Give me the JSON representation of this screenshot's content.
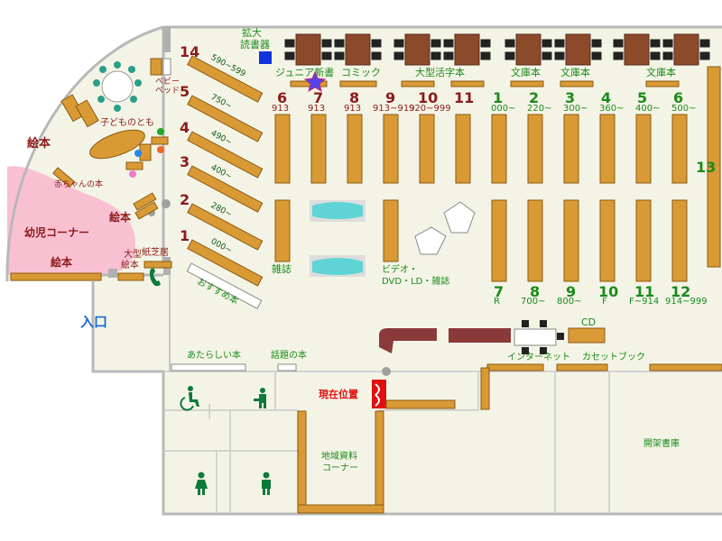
{
  "colors": {
    "floor": "#f4f4e6",
    "wall": "#b8b8b8",
    "shelf": "#d99a35",
    "shelf_edge": "#8a5a10",
    "desk": "#8b4a2a",
    "pink_area": "#f9c0d2",
    "pool": "#5fd4d4",
    "red_label": "#8b1a1a",
    "green_label": "#1a8a1a",
    "blue_label": "#1a6ad6",
    "current_location": "#e01010"
  },
  "labels": {
    "entrance": "入口",
    "large_print_reader_1": "拡大",
    "large_print_reader_2": "読書器",
    "junior_new_books": "ジュニア新書",
    "comics": "コミック",
    "large_print_books": "大型活字本",
    "paperbacks_1": "文庫本",
    "paperbacks_2": "文庫本",
    "paperbacks_3": "文庫本",
    "baby_bed_1": "ベビー",
    "baby_bed_2": "ベッド",
    "childrens_room": "子どものとも",
    "picture_books_1": "絵本",
    "babys_books": "赤ちゃんの本",
    "picture_books_2": "絵本",
    "toddler_corner": "幼児コーナー",
    "picture_books_3": "絵本",
    "large_picture_books_1": "大型",
    "large_picture_books_2": "絵本",
    "kamishibai": "紙芝居",
    "recommended": "おすすめ本",
    "magazines": "雑誌",
    "video_dvd_1": "ビデオ・",
    "video_dvd_2": "DVD・LD・雑誌",
    "cd": "CD",
    "internet": "インターネット",
    "cassette_books": "カセットブック",
    "new_books": "あたらしい本",
    "topical_books": "話題の本",
    "current_location": "現在位置",
    "local_materials_1": "地域資料",
    "local_materials_2": "コーナー",
    "closed_stacks": "開架書庫"
  },
  "diagonal_shelves": [
    {
      "num": "14",
      "range": "590~599"
    },
    {
      "num": "5",
      "range": "750~"
    },
    {
      "num": "4",
      "range": "490~"
    },
    {
      "num": "3",
      "range": "400~"
    },
    {
      "num": "2",
      "range": "280~"
    },
    {
      "num": "1",
      "range": "000~"
    }
  ],
  "red_shelves": [
    {
      "num": "6",
      "code": "913"
    },
    {
      "num": "7",
      "code": "913"
    },
    {
      "num": "8",
      "code": "913"
    },
    {
      "num": "9",
      "code": "913~919"
    },
    {
      "num": "10",
      "code": "920~999"
    },
    {
      "num": "11",
      "code": ""
    }
  ],
  "green_top_shelves": [
    {
      "num": "1",
      "code": "000~"
    },
    {
      "num": "2",
      "code": "220~"
    },
    {
      "num": "3",
      "code": "300~"
    },
    {
      "num": "4",
      "code": "360~"
    },
    {
      "num": "5",
      "code": "400~"
    },
    {
      "num": "6",
      "code": "500~"
    }
  ],
  "green_bottom_shelves": [
    {
      "num": "7",
      "code": "R"
    },
    {
      "num": "8",
      "code": "700~"
    },
    {
      "num": "9",
      "code": "800~"
    },
    {
      "num": "10",
      "code": "F"
    },
    {
      "num": "11",
      "code": "F~914"
    },
    {
      "num": "12",
      "code": "914~999"
    }
  ],
  "shelf_13": "13"
}
